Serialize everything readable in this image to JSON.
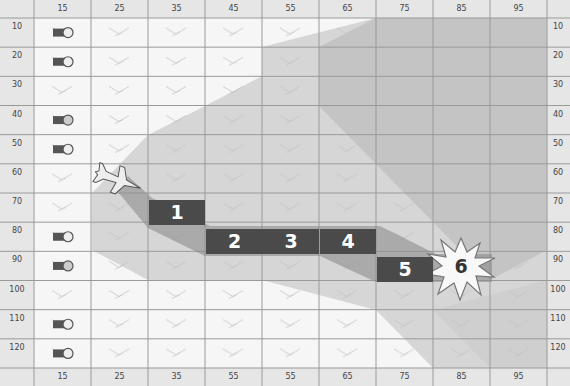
{
  "diagram": {
    "nodes": [
      {
        "text": [
          "1"
        ]
      },
      {
        "text": [
          "2"
        ]
      },
      {
        "text": [
          "3"
        ]
      },
      {
        "text": [
          "4"
        ]
      },
      {
        "text": [
          "5"
        ]
      },
      {
        "text": [
          "6"
        ]
      }
    ],
    "labels": [
      "15",
      "25",
      "35",
      "45",
      "55",
      "65",
      "75",
      "85",
      "95",
      "15",
      "25",
      "35",
      "55",
      "55",
      "65",
      "75",
      "85",
      "95",
      "10",
      "20",
      "30",
      "40",
      "50",
      "60",
      "70",
      "80",
      "90",
      "100",
      "110",
      "120",
      "10",
      "20",
      "30",
      "40",
      "50",
      "60",
      "70",
      "80",
      "90",
      "100",
      "110",
      "120"
    ]
  }
}
